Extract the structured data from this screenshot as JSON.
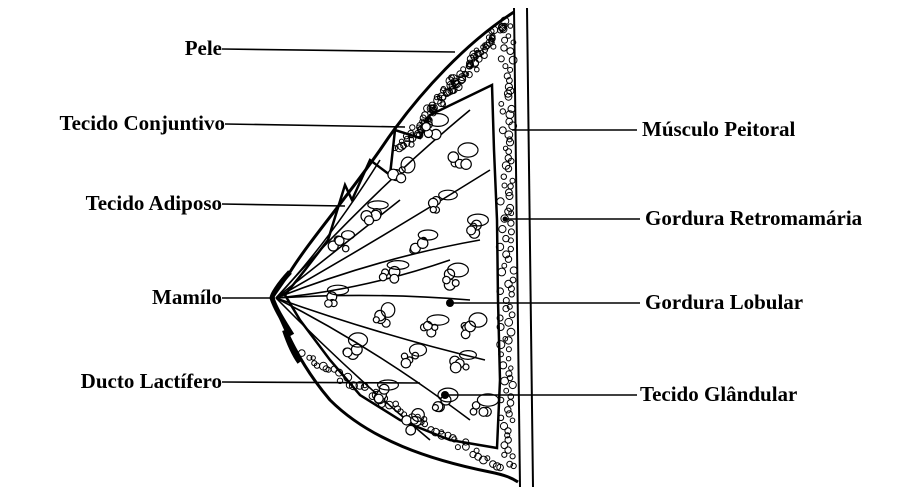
{
  "labels": {
    "left": [
      "Pele",
      "Tecido Conjuntivo",
      "Tecido Adiposo",
      "Mamílo",
      "Ducto Lactífero"
    ],
    "right": [
      "Músculo Peitoral",
      "Gordura Retromamária",
      "Gordura Lobular",
      "Tecido Glândular"
    ]
  },
  "colors": {
    "ink": "#000000",
    "background": "#ffffff"
  }
}
